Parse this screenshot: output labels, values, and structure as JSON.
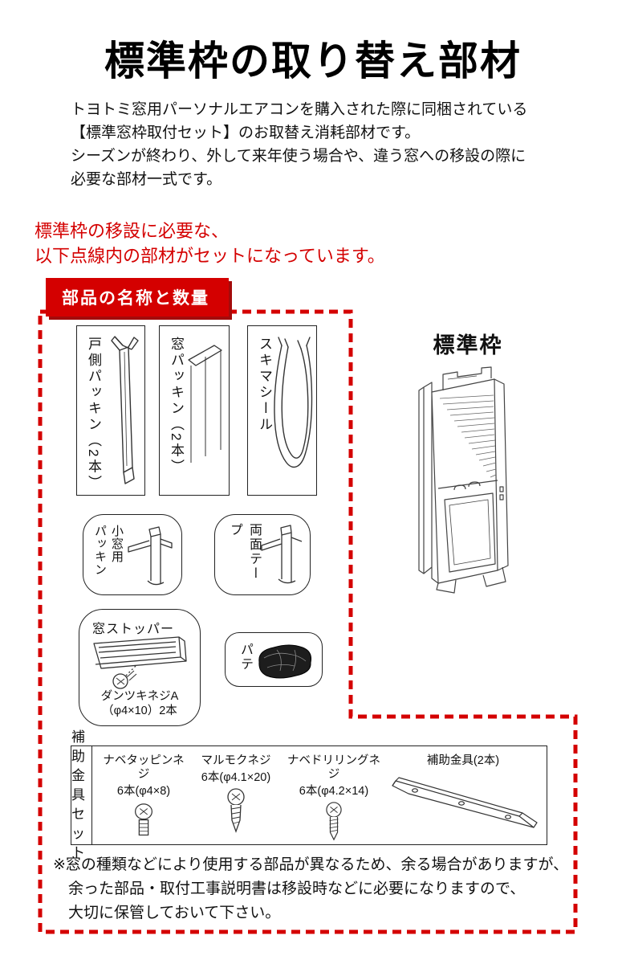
{
  "header": {
    "title": "標準枠の取り替え部材",
    "intro_lines": [
      "トヨトミ窓用パーソナルエアコンを購入された際に同梱されている",
      "【標準窓枠取付セット】のお取替え消耗部材です。",
      "シーズンが終わり、外して来年使う場合や、違う窓への移設の際に",
      "必要な部材一式です。"
    ]
  },
  "notice": {
    "line1": "標準枠の移設に必要な、",
    "line2": "以下点線内の部材がセットになっています。"
  },
  "parts_section": {
    "header_label": "部品の名称と数量",
    "frame_label": "標準枠",
    "row1": [
      {
        "label": "戸側パッキン（2本）"
      },
      {
        "label": "窓パッキン（2本）"
      },
      {
        "label": "スキマシール"
      }
    ],
    "row2": [
      {
        "label_line1": "小窓用",
        "label_line2": "パッキン"
      },
      {
        "label": "両面テープ"
      }
    ],
    "stopper": {
      "title": "窓ストッパー",
      "screw_line1": "ダンツキネジA",
      "screw_line2": "（φ4×10）2本"
    },
    "putty": {
      "label": "パテ"
    }
  },
  "hardware_table": {
    "row_header_line1": "補助金具",
    "row_header_line2": "セット",
    "items": [
      {
        "label": "ナベタッピンネジ",
        "qty": "6本(φ4×8)"
      },
      {
        "label": "マルモクネジ",
        "qty": "6本(φ4.1×20)"
      },
      {
        "label": "ナベドリリングネジ",
        "qty": "6本(φ4.2×14)"
      }
    ],
    "bracket": {
      "label": "補助金具(2本)"
    }
  },
  "footnote": {
    "lines": [
      "※窓の種類などにより使用する部品が異なるため、余る場合がありますが、",
      "余った部品・取付工事説明書は移設時などに必要になりますので、",
      "大切に保管しておいて下さい。"
    ]
  },
  "colors": {
    "accent_red": "#d40000",
    "text": "#111111"
  }
}
